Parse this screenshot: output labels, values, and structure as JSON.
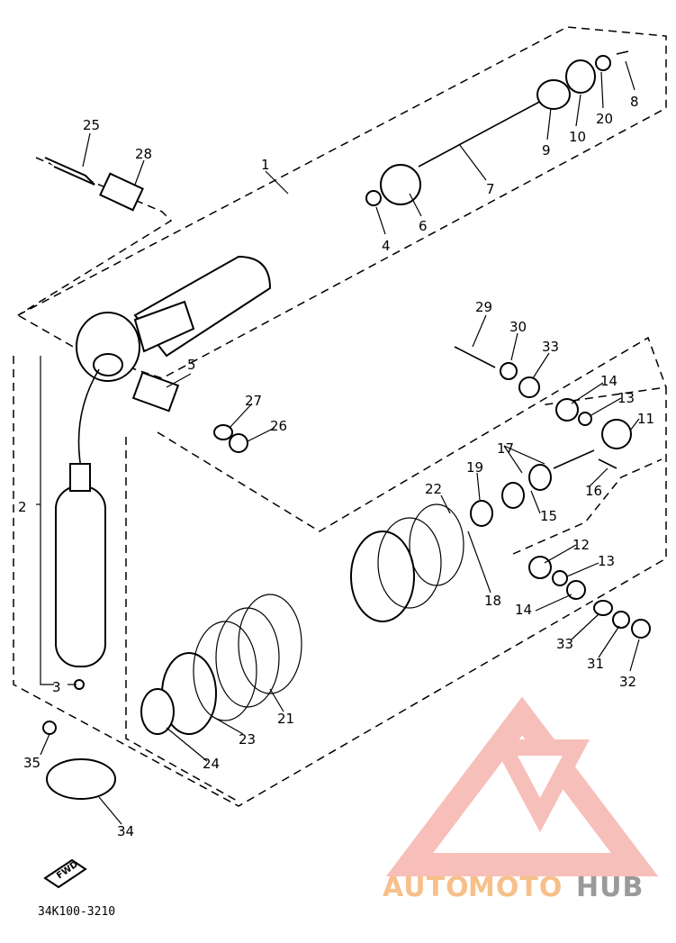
{
  "diagram": {
    "part_labels": [
      "1",
      "2",
      "3",
      "4",
      "5",
      "6",
      "7",
      "8",
      "9",
      "10",
      "11",
      "12",
      "13",
      "13",
      "14",
      "14",
      "15",
      "16",
      "17",
      "18",
      "19",
      "20",
      "21",
      "22",
      "23",
      "24",
      "25",
      "26",
      "27",
      "28",
      "29",
      "30",
      "31",
      "32",
      "33",
      "33",
      "34",
      "35"
    ],
    "diagram_code": "34K100-3210",
    "direction_arrow": "FWD",
    "watermark": {
      "brand_part1": "AUTO",
      "brand_part2": "MOTO",
      "brand_part3": "HUB",
      "accent_color": "#f28b82"
    }
  }
}
